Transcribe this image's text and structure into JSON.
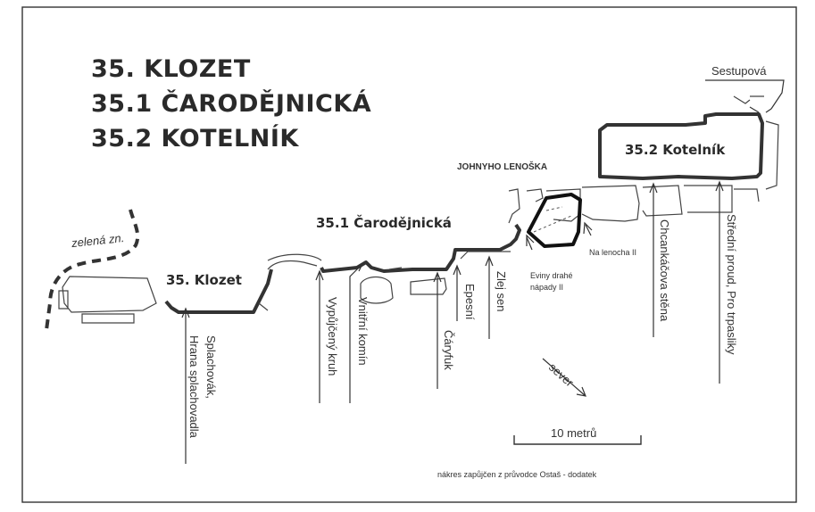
{
  "titles": {
    "line1": "35. KLOZET",
    "line2": "35.1 ČARODĚJNICKÁ",
    "line3": "35.2 KOTELNÍK"
  },
  "areas": {
    "klozet": "35. Klozet",
    "carodejnicka": "35.1 Čarodějnická",
    "kotelnik": "35.2 Kotelník"
  },
  "labels": {
    "zelena": "zelená zn.",
    "johnyho": "JOHNYHO LENOŠKA",
    "sestupova": "Sestupová",
    "eviny": "Eviny drahé\nnápady II",
    "na_lenocha": "Na lenocha II",
    "sever": "sever",
    "scale": "10 metrů",
    "credit": "nákres zapůjčen z průvodce Ostaš - dodatek"
  },
  "routes": {
    "splachovak": "Splachovák,",
    "hrana": "Hrana splachovadla",
    "vypujceny": "Vypůjčený kruh",
    "vnitrni": "Vnitřní komín",
    "caryfuk": "Čáryfuk",
    "epesni": "Epesní",
    "zlej": "Zlej sen",
    "chcankacova": "Chcankáčova stěna",
    "stredni": "Střední proud, Pro trpasliky"
  }
}
